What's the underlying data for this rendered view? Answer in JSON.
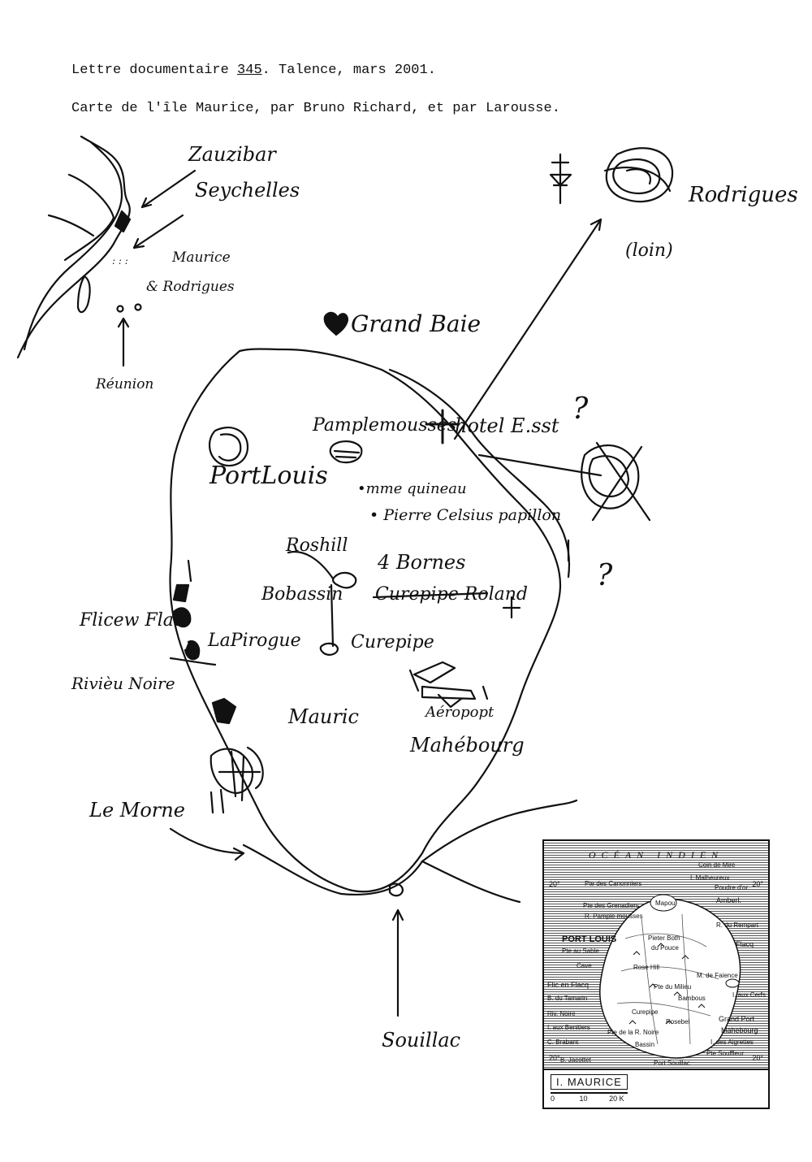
{
  "header": {
    "line1_prefix": "Lettre documentaire ",
    "line1_number": "345",
    "line1_suffix": ". Talence, mars 2001.",
    "line2": "Carte de l'île Maurice, par Bruno Richard, et par Larousse."
  },
  "sketch_labels": {
    "zanzibar": "Zauzibar",
    "seychelles": "Seychelles",
    "maurice_small": "Maurice",
    "rodrigues_small": "& Rodrigues",
    "reunion": "Réunion",
    "grand_baie": "Grand Baie",
    "rodrigues": "Rodrigues",
    "loin": "(loin)",
    "hotel": "hotel E.sst",
    "question1": "?",
    "question2": "?",
    "pamplemousses": "Pamplemousses",
    "port_louis": "PortLouis",
    "mme_quineau": "•mme quineau",
    "pierre_celsius": "• Pierre Celsius papillon",
    "rose_hill": "Roshill",
    "quatre_bornes": "4 Bornes",
    "curepipe_roland": "Curepipe Roland",
    "bobassin": "Bobassin",
    "flic_en_flac": "Flicew Flac",
    "la_pirogue": "LaPirogue",
    "curepipe": "Curepipe",
    "riviere_noire": "Rivièu Noire",
    "maurice_big": "Mauric",
    "aeroport": "Aéropopt",
    "mahebourg": "Mahébourg",
    "le_morne": "Le Morne",
    "souillac": "Souillac"
  },
  "inset": {
    "sea_label": "OCÉAN INDIEN",
    "title": "I. MAURICE",
    "scale_labels": [
      "0",
      "10",
      "20 K"
    ],
    "deg_left_top": "20°",
    "deg_right_top": "20°",
    "deg_left_bottom": "20°",
    "deg_right_bottom": "20°",
    "places": {
      "coin_de_mire": "Coin de Mire",
      "malheureux": "I. Malheureux",
      "canonniers": "Pte des Canonniers",
      "poudre_dor": "Poudre d'or",
      "mapou": "Mapou",
      "amberl": "Amberl.",
      "grenadiers": "Pte des Grenadiers",
      "pample": "R. Pample mousses",
      "rempart": "R. du Rempart",
      "port_louis": "PORT LOUIS",
      "pieter_both": "Pieter Both",
      "pouce": "du Pouce",
      "flacq": "Flacq",
      "sable": "Pte au Sable",
      "cave": "Cave",
      "rose_hill": "Rose Hill",
      "faience": "M. de Faience",
      "flic": "Flic en Flacq",
      "milieu": "Pte du Milieu",
      "tamarin": "B. du Tamarin",
      "bambous": "Bambous",
      "iles_cerfs": "I. aux Cerfs",
      "riv_noire": "Riv. Noire",
      "curepipe": "Curepipe",
      "rosebel": "Rosebel",
      "grand_port": "Grand Port",
      "benitiers": "I. aux Benitiers",
      "r_noire": "Pte de la R. Noire",
      "mahebourg": "Mahebourg",
      "brabant": "C. Brabant",
      "bassin": "Bassin",
      "aigrettes": "I. des Aigrettes",
      "souffleur": "Pte Souffleur",
      "jacotet": "B. Jacottet",
      "port_souillac": "Port Souillac"
    }
  }
}
